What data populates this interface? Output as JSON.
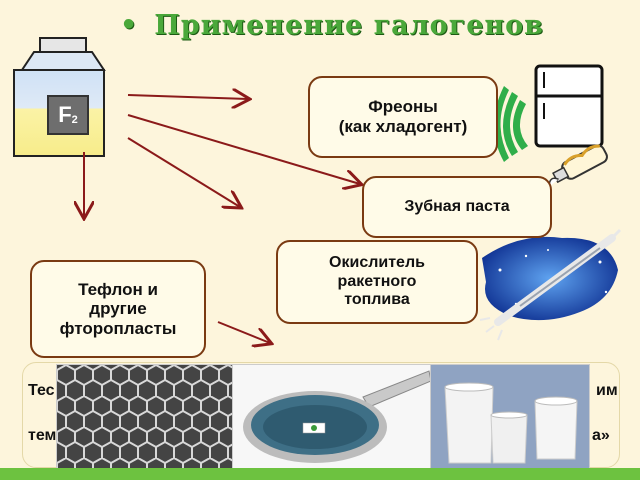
{
  "slide": {
    "bullet": "•",
    "title": "Применение галогенов"
  },
  "bottle": {
    "label_main": "F",
    "label_sub": "2"
  },
  "boxes": {
    "freons": "Фреоны\n(как хладогент)",
    "toothpaste": "Зубная паста",
    "oxidizer": "Окислитель\nракетного\nтоплива",
    "teflon": "Тефлон и\nдругие\nфторопласты"
  },
  "bottom": {
    "fragment_left_1": "Тес",
    "fragment_left_2": "тем",
    "fragment_right_1": "им",
    "fragment_right_2": "а»"
  },
  "colors": {
    "title": "#4aa83a",
    "arrow": "#8b1a1a",
    "box_border": "#7a3a12",
    "background": "#fdf5dc"
  },
  "icons": [
    "bottle-icon",
    "refrigerator-icon",
    "toothpaste-icon",
    "rocket-icon",
    "graphene-image",
    "frying-pan-image",
    "beakers-image"
  ]
}
